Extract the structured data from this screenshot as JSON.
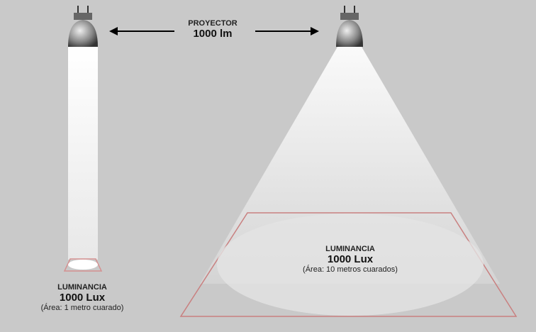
{
  "projector": {
    "title": "PROYECTOR",
    "value": "1000 lm"
  },
  "left": {
    "title": "LUMINANCIA",
    "value": "1000 Lux",
    "area": "(Área: 1 metro cuarado)"
  },
  "right": {
    "title": "LUMINANCIA",
    "value": "1000 Lux",
    "area": "(Área: 10 metros cuarados)"
  },
  "colors": {
    "background": "#c9c9c9",
    "area_outline": "#c98080"
  }
}
